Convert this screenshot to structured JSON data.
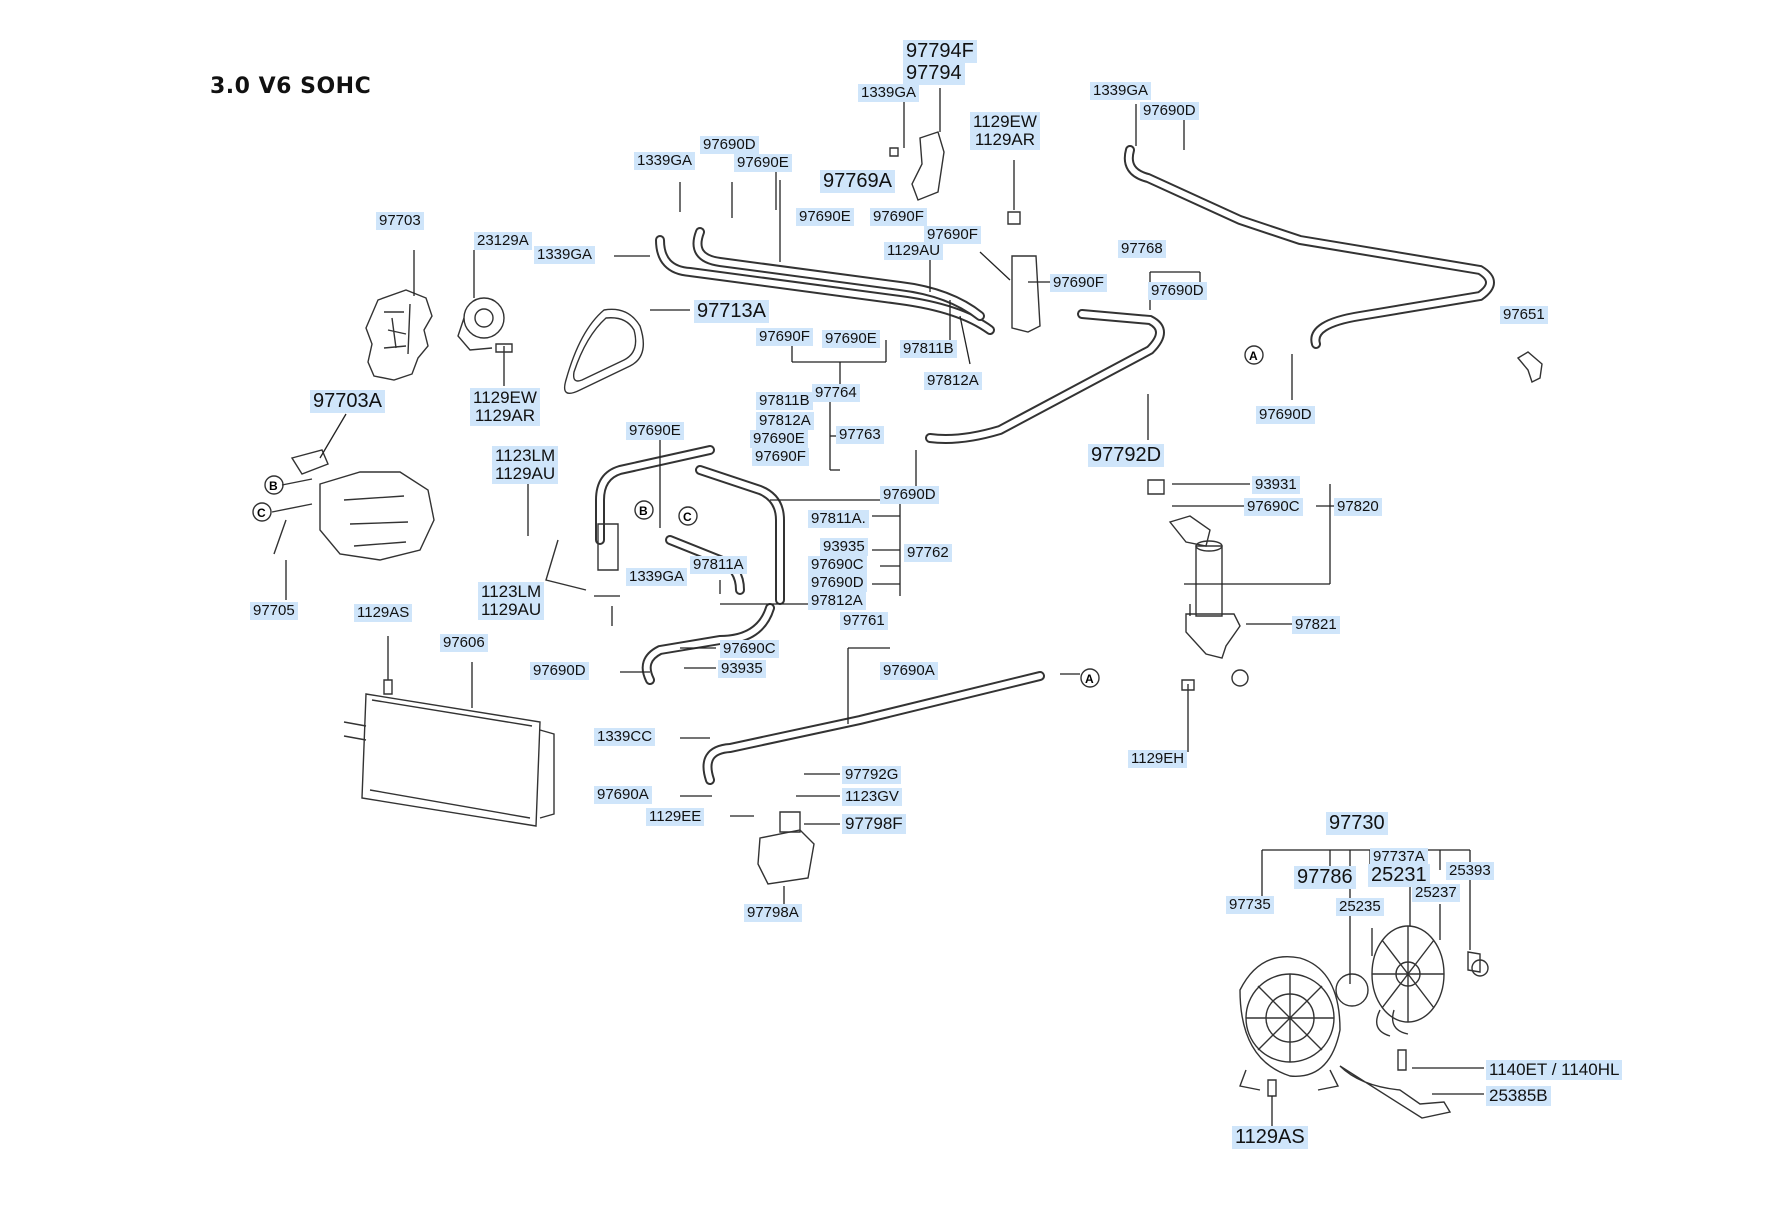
{
  "title": "3.0 V6 SOHC",
  "labels": {
    "l97794f": "97794F",
    "l97794": "97794",
    "l1339ga_a": "1339GA",
    "l1129ew_a": "1129EW\n1129AR",
    "l1339ga_b": "1339GA",
    "l97690d_a": "97690D",
    "l97690d_b": "97690D",
    "l1339ga_c": "1339GA",
    "l97690e_a": "97690E",
    "l97769a": "97769A",
    "l97690e_b": "97690E",
    "l97690f_a": "97690F",
    "l97703": "97703",
    "l23129a": "23129A",
    "l1339ga_d": "1339GA",
    "l97690f_b": "97690F",
    "l1129au_a": "1129AU",
    "l97768": "97768",
    "l97690f_c": "97690F",
    "l97690d_c": "97690D",
    "l97713a": "97713A",
    "l97651": "97651",
    "l97690f_d": "97690F",
    "l97690e_c": "97690E",
    "l97811b_a": "97811B",
    "l97812a_a": "97812A",
    "l97690d_d": "97690D",
    "l1129ew_b": "1129EW\n1129AR",
    "l97764": "97764",
    "l97703a": "97703A",
    "l97811b_b": "97811B",
    "l97812a_b": "97812A",
    "l97690e_d": "97690E",
    "l97690f_e": "97690F",
    "l97763": "97763",
    "l97690e_e": "97690E",
    "l97792d": "97792D",
    "l1123lm_a": "1123LM\n1129AU",
    "l93931": "93931",
    "l97690d_e": "97690D",
    "l97690c_a": "97690C",
    "l97820": "97820",
    "l97811a_a": "97811A.",
    "l93935_a": "93935",
    "l97762": "97762",
    "l97690c_b": "97690C",
    "l97811a_b": "97811A",
    "l97690d_f": "97690D",
    "l1123lm_b": "1123LM\n1129AU",
    "l1339ga_e": "1339GA",
    "l97812a_c": "97812A",
    "l97705": "97705",
    "l1129as_a": "1129AS",
    "l97761": "97761",
    "l97821": "97821",
    "l97606": "97606",
    "l97690dc": "97690C",
    "l97690d_g": "97690D",
    "l93935_b": "93935",
    "l97690a_a": "97690A",
    "l1339cc": "1339CC",
    "l1129eh": "1129EH",
    "l97792g": "97792G",
    "l97690a_b": "97690A",
    "l1123gv": "1123GV",
    "l1129ee": "1129EE",
    "l97798f": "97798F",
    "l97730": "97730",
    "l97737a": "97737A",
    "l97786": "97786",
    "l25231": "25231",
    "l25393": "25393",
    "l97798a": "97798A",
    "l97735": "97735",
    "l25235": "25235",
    "l25237": "25237",
    "l1140et": "1140ET / 1140HL",
    "l25385b": "25385B",
    "l1129as_b": "1129AS"
  },
  "circle_markers": {
    "a": "A",
    "b": "B",
    "c": "C"
  }
}
